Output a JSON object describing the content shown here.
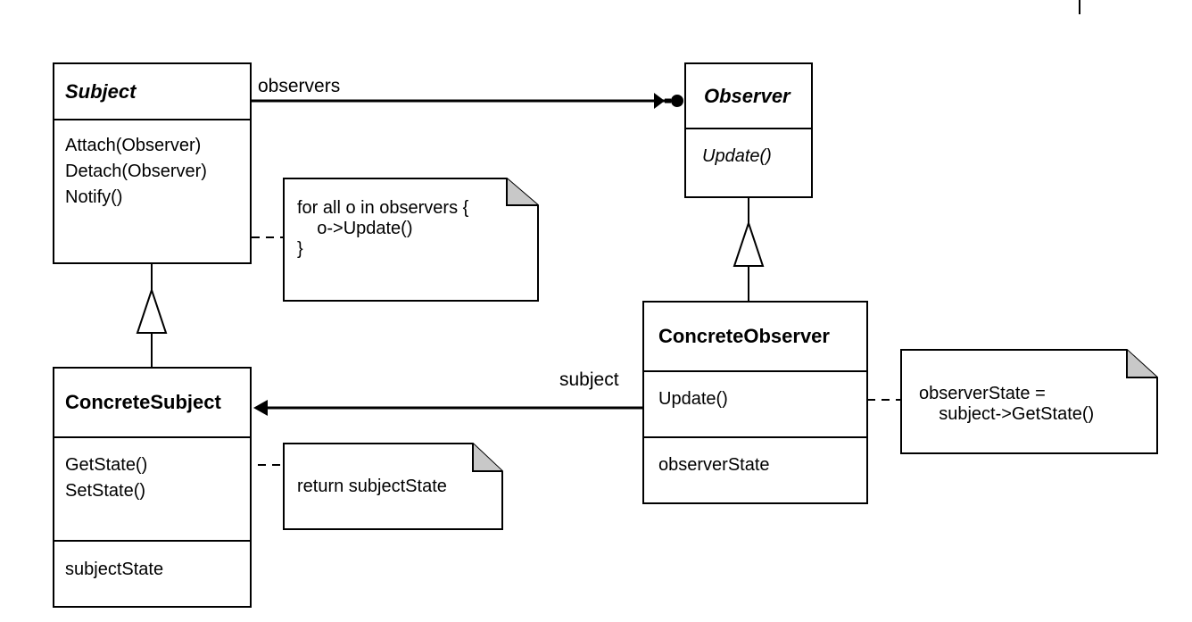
{
  "classes": {
    "subject": {
      "name": "Subject",
      "operations": [
        "Attach(Observer)",
        "Detach(Observer)",
        "Notify()"
      ]
    },
    "observer": {
      "name": "Observer",
      "operations": [
        "Update()"
      ]
    },
    "concrete_subject": {
      "name": "ConcreteSubject",
      "operations": [
        "GetState()",
        "SetState()"
      ],
      "attributes": [
        "subjectState"
      ]
    },
    "concrete_observer": {
      "name": "ConcreteObserver",
      "operations": [
        "Update()"
      ],
      "attributes": [
        "observerState"
      ]
    }
  },
  "roles": {
    "observers": "observers",
    "subject": "subject"
  },
  "notes": {
    "notify_impl": [
      "for all o in observers {",
      "    o->Update()",
      "}"
    ],
    "getstate_impl": [
      "return subjectState"
    ],
    "update_impl": [
      "observerState =",
      "    subject->GetState()"
    ]
  }
}
